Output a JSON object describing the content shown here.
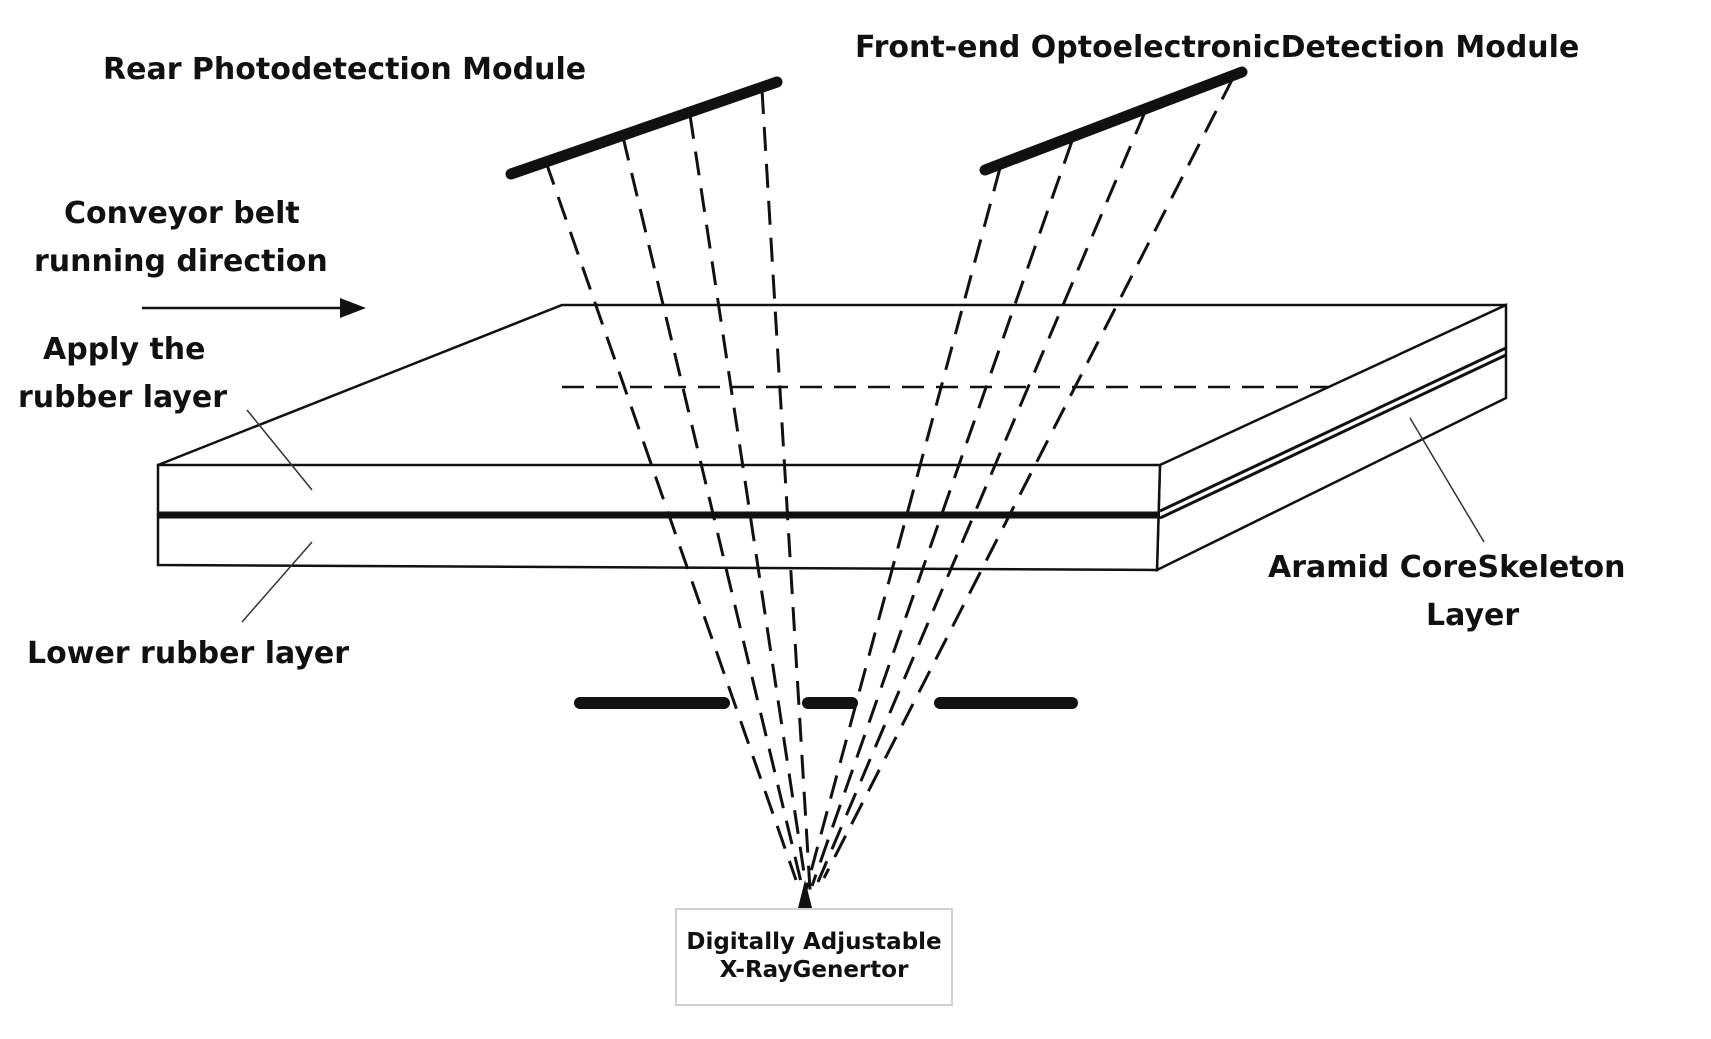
{
  "labels": {
    "rear_module": "Rear Photodetection Module",
    "front_module": "Front-end OptoelectronicDetection Module",
    "direction_line1": "Conveyor belt",
    "direction_line2": "running direction",
    "upper_rubber_line1": "Apply the",
    "upper_rubber_line2": "rubber layer",
    "lower_rubber": "Lower rubber layer",
    "aramid_line1": "Aramid CoreSkeleton",
    "aramid_line2": "Layer",
    "generator_line1": "Digitally Adjustable",
    "generator_line2": "X-RayGenertor"
  },
  "colors": {
    "stroke": "#111111",
    "background": "#ffffff",
    "box_border": "#cfcfcf"
  }
}
